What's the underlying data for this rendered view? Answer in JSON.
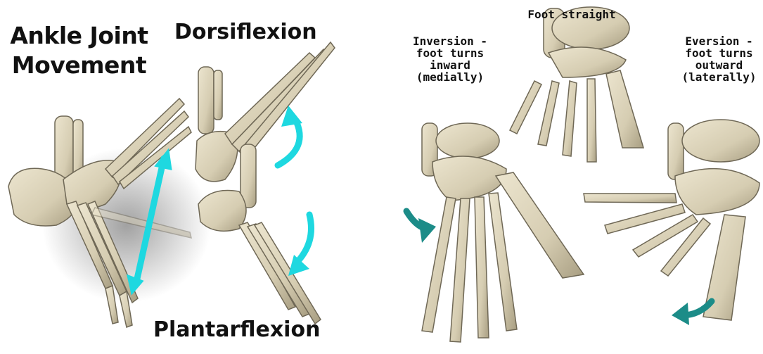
{
  "title": "Ankle Joint\nMovement",
  "labels": {
    "dorsiflexion": "Dorsiflexion",
    "plantarflexion": "Plantarflexion",
    "foot_straight": "Foot straight",
    "inversion": "Inversion -\nfoot turns\ninward\n(medially)",
    "eversion": "Eversion -\nfoot turns\noutward\n(laterally)"
  },
  "colors": {
    "bone": "#d8cfb4",
    "bone_shadow": "#a99f84",
    "bone_outline": "#6f6856",
    "cyan_arrow": "#1ed8e0",
    "teal_arrow": "#1c8c88"
  },
  "icons": {
    "lateral_foot": "foot-skeleton-icon",
    "top_foot": "foot-top-view-icon",
    "arrows": [
      "double-arrow-icon",
      "curved-arrow-icon"
    ]
  }
}
